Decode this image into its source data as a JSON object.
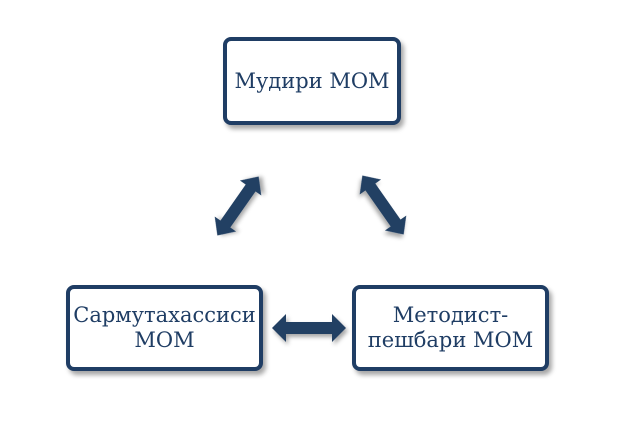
{
  "diagram": {
    "nodes": [
      {
        "id": "top",
        "label": "Мудири МОМ"
      },
      {
        "id": "left",
        "label": "Сармутахассиси\nМОМ"
      },
      {
        "id": "right",
        "label": "Методист-\nпешбари МОМ"
      }
    ],
    "edges": [
      {
        "from": "top",
        "to": "left",
        "direction": "both"
      },
      {
        "from": "top",
        "to": "right",
        "direction": "both"
      },
      {
        "from": "left",
        "to": "right",
        "direction": "both"
      }
    ],
    "colors": {
      "border": "#1f3d64",
      "text": "#1f3d64",
      "arrow": "#213f63"
    }
  }
}
